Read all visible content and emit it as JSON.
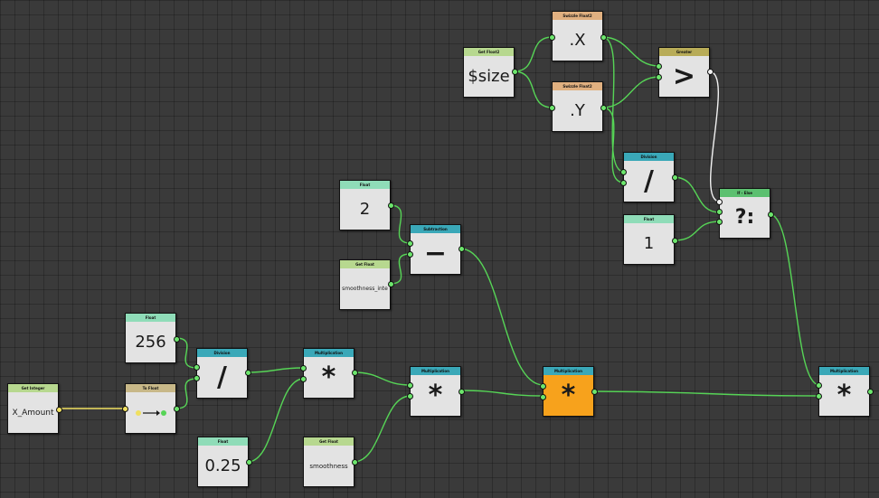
{
  "colors": {
    "wire_float": "#56d456",
    "wire_int": "#f0e060",
    "wire_bool": "#f2f2f2",
    "header_teal": "#3aa8b8",
    "header_mint": "#8fdcb8",
    "header_lime": "#b7d88f",
    "header_peach": "#e0b080",
    "header_olive": "#b8ac58",
    "header_tan": "#c8b888",
    "header_green": "#5cc070",
    "selected_node": "#f7a21c"
  },
  "nodes": [
    {
      "id": "get_integer",
      "header": "Get Integer",
      "label": "X_Amount",
      "header_color": "#b7d88f"
    },
    {
      "id": "to_float",
      "header": "To Float",
      "label": "",
      "header_color": "#c8b888"
    },
    {
      "id": "float_256",
      "header": "Float",
      "label": "256",
      "header_color": "#8fdcb8"
    },
    {
      "id": "division_1",
      "header": "Division",
      "label": "/",
      "header_color": "#3aa8b8"
    },
    {
      "id": "float_025",
      "header": "Float",
      "label": "0.25",
      "header_color": "#8fdcb8"
    },
    {
      "id": "multiplication_1",
      "header": "Multiplication",
      "label": "*",
      "header_color": "#3aa8b8"
    },
    {
      "id": "get_float_smoothness",
      "header": "Get Float",
      "label": "smoothness",
      "header_color": "#b7d88f"
    },
    {
      "id": "multiplication_2",
      "header": "Multiplication",
      "label": "*",
      "header_color": "#3aa8b8"
    },
    {
      "id": "float_2",
      "header": "Float",
      "label": "2",
      "header_color": "#8fdcb8"
    },
    {
      "id": "get_float_smoothness_int",
      "header": "Get Float",
      "label": "smoothness_inte",
      "header_color": "#b7d88f"
    },
    {
      "id": "subtraction",
      "header": "Subtraction",
      "label": "−",
      "header_color": "#3aa8b8"
    },
    {
      "id": "multiplication_3",
      "header": "Multiplication",
      "label": "*",
      "header_color": "#3aa8b8"
    },
    {
      "id": "get_float2",
      "header": "Get Float2",
      "label": "$size",
      "header_color": "#b7d88f"
    },
    {
      "id": "swizzle_x",
      "header": "Swizzle Float2",
      "label": ".X",
      "header_color": "#e0b080"
    },
    {
      "id": "swizzle_y",
      "header": "Swizzle Float2",
      "label": ".Y",
      "header_color": "#e0b080"
    },
    {
      "id": "greater",
      "header": "Greater",
      "label": ">",
      "header_color": "#b8ac58"
    },
    {
      "id": "division_2",
      "header": "Division",
      "label": "/",
      "header_color": "#3aa8b8"
    },
    {
      "id": "float_1",
      "header": "Float",
      "label": "1",
      "header_color": "#8fdcb8"
    },
    {
      "id": "if_else",
      "header": "If - Else",
      "label": "?:",
      "header_color": "#5cc070"
    },
    {
      "id": "multiplication_4",
      "header": "Multiplication",
      "label": "*",
      "header_color": "#3aa8b8"
    }
  ]
}
